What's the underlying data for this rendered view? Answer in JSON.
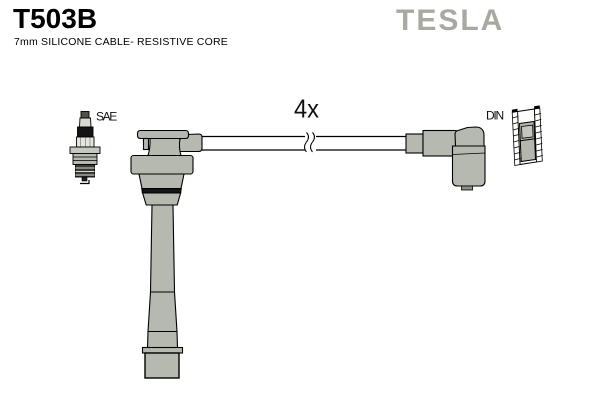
{
  "header": {
    "part_number": "T503B",
    "subtitle": "7mm SILICONE CABLE- RESISTIVE CORE",
    "brand": "TESLA"
  },
  "diagram": {
    "left_terminal": {
      "label": "SAE",
      "icon": "spark-plug-icon"
    },
    "quantity_label": "4x",
    "right_terminal": {
      "label": "DIN",
      "icon": "din-connector-icon"
    }
  },
  "colors": {
    "background": "#ffffff",
    "part_gray": "#b5b9af",
    "outline_black": "#000000",
    "brand_gray": "#a8aaa2",
    "oring_black": "#151515"
  }
}
